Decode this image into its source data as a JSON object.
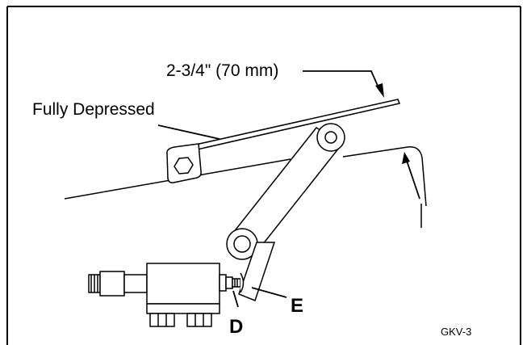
{
  "figure": {
    "dimension_label": "2-3/4\" (70 mm)",
    "fully_depressed_label": "Fully Depressed",
    "label_d": "D",
    "label_e": "E",
    "figure_code": "GKV-3"
  },
  "colors": {
    "line": "#000000",
    "background": "#ffffff"
  }
}
